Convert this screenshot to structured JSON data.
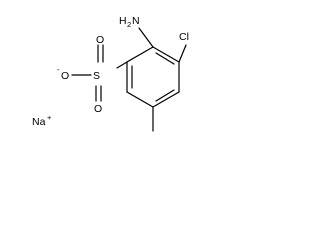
{
  "molecule": {
    "labels": {
      "amino": {
        "main": "H",
        "sub": "2",
        "tail": "N"
      },
      "chloro": "Cl",
      "sulfur": "S",
      "oxygen_top": "O",
      "oxygen_right": "O",
      "oxygen_anion": "O",
      "anion_charge": "-",
      "sodium": "Na",
      "sodium_charge": "+"
    }
  }
}
